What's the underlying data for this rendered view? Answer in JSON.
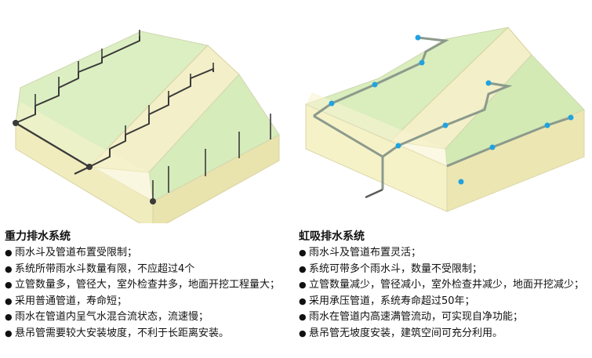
{
  "gravity": {
    "title": "重力排水系统",
    "bullet": "●",
    "items": [
      "雨水斗及管道布置受限制；",
      "系统所带雨水斗数量有限，不应超过4个",
      "立管数量多，管径大，室外检查井多，地面开挖工程量大；",
      "采用普通管道，寿命短；",
      "雨水在管道内呈气水混合流状态，流速慢；",
      "悬吊管需要较大安装坡度，不利于长距离安装。"
    ]
  },
  "siphon": {
    "title": "虹吸排水系统",
    "bullet": "●",
    "items": [
      "雨水斗及管道布置灵活；",
      "系统可带多个雨水斗，数量不受限制；",
      "立管数量减少，管径减小，室外检查井减少，地面开挖减少；",
      "采用承压管道，系统寿命超过50年；",
      "雨水在管道内高速满管流动，可实现自净功能；",
      "悬吊管无坡度安装，建筑空间可充分利用。"
    ]
  },
  "colors": {
    "roof_green": "#d9edbd",
    "roof_shade": "#cfe6ad",
    "wall_cream": "#f6f2c8",
    "wall_shade": "#ece6b2",
    "pipe_gravity": "#3a3a3a",
    "pipe_siphon": "#8c9a8c",
    "drain_cyan": "#1fa3e0"
  }
}
